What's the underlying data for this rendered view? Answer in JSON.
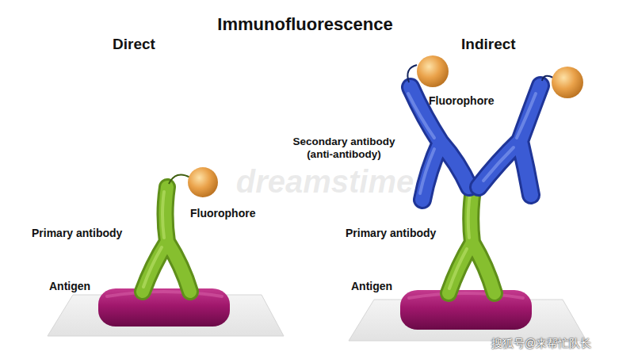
{
  "diagram": {
    "title": "Immunofluorescence",
    "labels": [
      "Direct",
      "Fluorophore",
      "Primary antibody",
      "Antigen",
      "Indirect",
      "Fluorophore",
      "Secondary antibody (anti-antibody)",
      "Primary antibody",
      "Antigen",
      "dreamstime",
      "搜狐号@来帮忙队长"
    ]
  }
}
